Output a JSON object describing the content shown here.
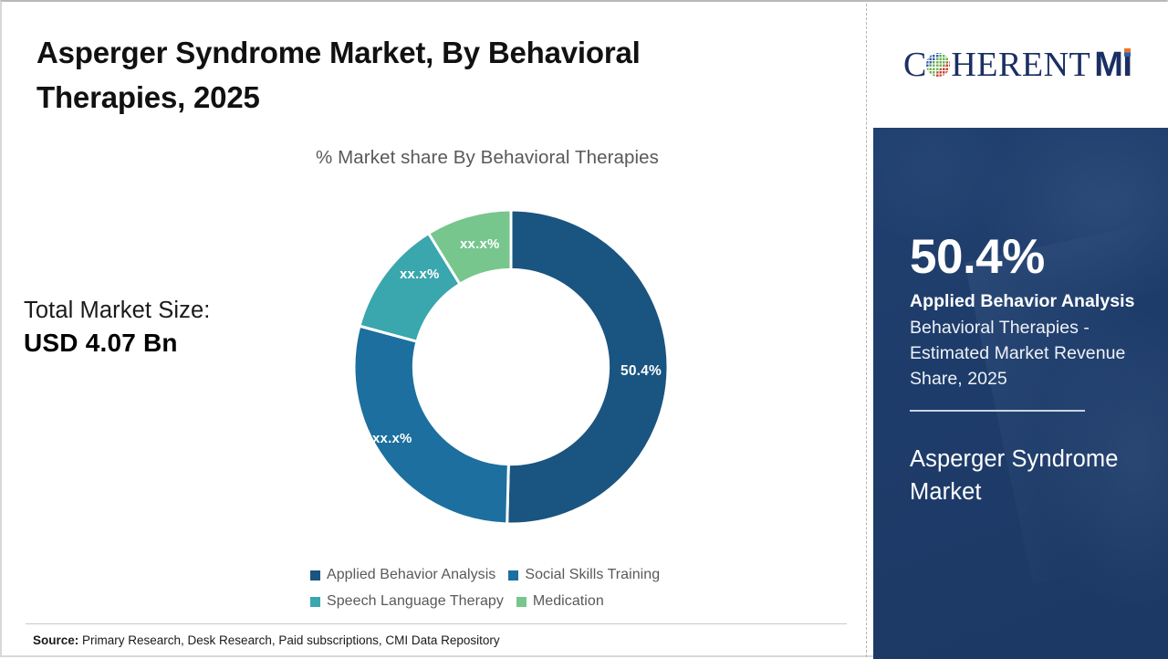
{
  "header": {
    "title": "Asperger Syndrome Market, By Behavioral Therapies, 2025",
    "subtitle": "% Market share By Behavioral Therapies"
  },
  "market_size": {
    "label": "Total Market Size:",
    "value": "USD 4.07 Bn"
  },
  "footer": {
    "source_key": "Source:",
    "source_value": " Primary Research, Desk Research, Paid subscriptions, CMI Data Repository"
  },
  "logo": {
    "lead": "C",
    "globe": "globe-icon",
    "rest": "HERENT",
    "suffix": "MI"
  },
  "panel": {
    "stat_percent": "50.4%",
    "stat_name": "Applied Behavior Analysis",
    "stat_description": "Behavioral Therapies - Estimated Market Revenue Share, 2025",
    "market_name": "Asperger Syndrome Market"
  },
  "colors": {
    "applied_behavior_analysis": "#1a5480",
    "social_skills_training": "#1c6f9e",
    "speech_language_therapy": "#3aa6ad",
    "medication": "#76c68e",
    "panel_navy": "#1f3f6e",
    "logo_navy": "#1b2f63",
    "subtitle_gray": "#58595b"
  },
  "chart_data": {
    "type": "pie",
    "title": "% Market share By Behavioral Therapies",
    "subtype": "donut",
    "categories": [
      "Applied Behavior Analysis",
      "Social Skills Training",
      "Speech Language Therapy",
      "Medication"
    ],
    "values": [
      50.4,
      28.8,
      12.0,
      8.8
    ],
    "data_labels": [
      "50.4%",
      "xx.x%",
      "xx.x%",
      "xx.x%"
    ],
    "colors": [
      "#1a5480",
      "#1c6f9e",
      "#3aa6ad",
      "#76c68e"
    ],
    "legend": {
      "position": "bottom",
      "entries": [
        "Applied Behavior Analysis",
        "Social Skills Training",
        "Speech Language Therapy",
        "Medication"
      ]
    },
    "start_angle_deg": 0,
    "direction": "clockwise",
    "inner_radius_ratio": 0.62,
    "units": "percent",
    "total_market_size": "USD 4.07 Bn",
    "year": 2025
  }
}
